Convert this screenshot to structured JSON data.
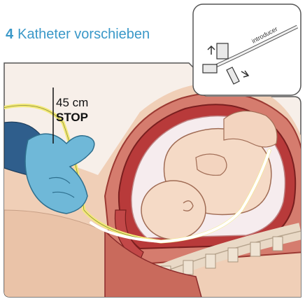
{
  "header": {
    "step_number": "4",
    "step_title": "Katheter vorschieben"
  },
  "marker": {
    "length_label": "45 cm",
    "stop_label": "STOP"
  },
  "inset": {
    "introducer_label": "introducer"
  },
  "colors": {
    "accent": "#3a98c8",
    "glove": "#6fb8d8",
    "sleeve": "#2f5e8c",
    "skin": "#f3d8c2",
    "uterus": "#b83a3a",
    "catheter": "#f3ea78"
  }
}
